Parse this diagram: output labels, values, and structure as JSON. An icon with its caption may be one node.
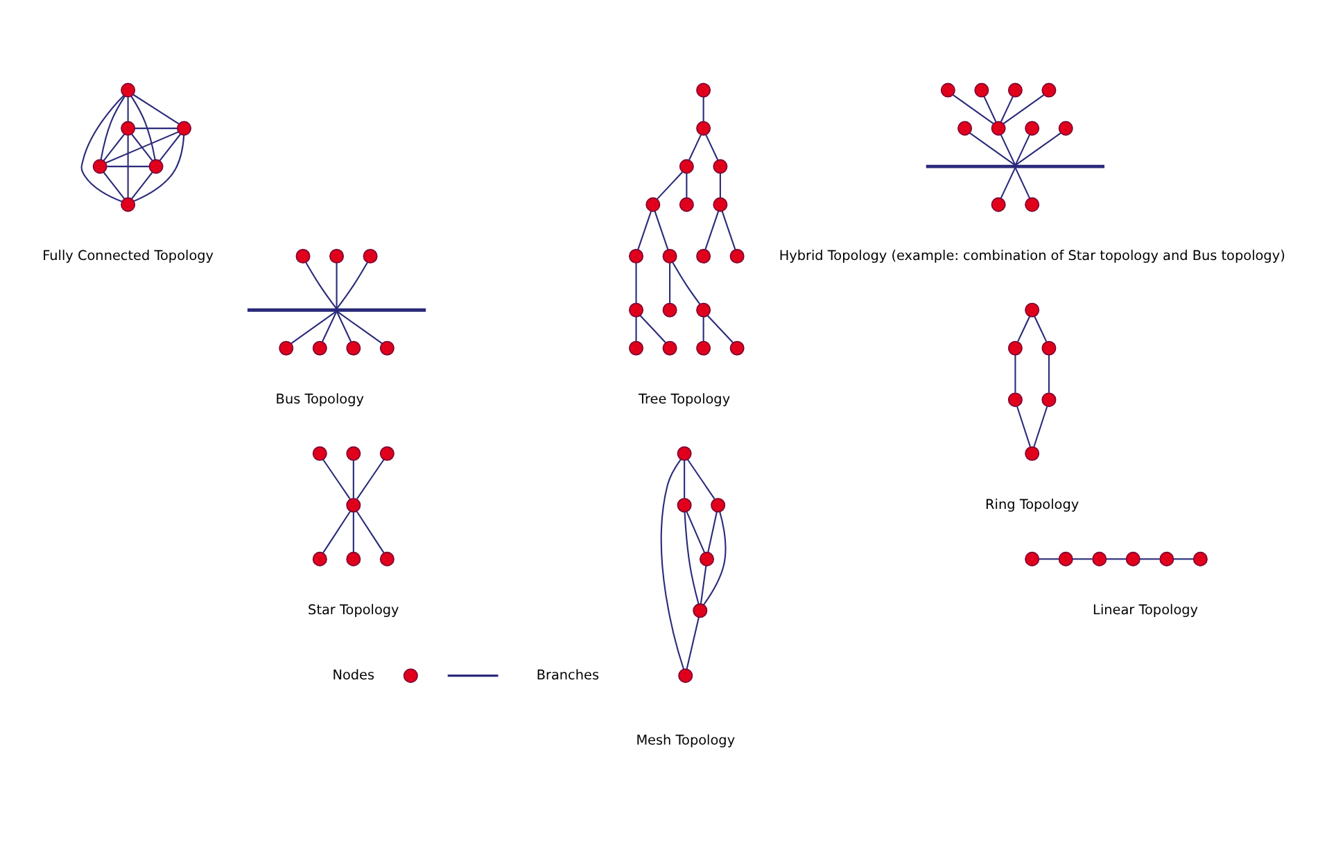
{
  "diagram": {
    "nodes": [
      {
        "text": [],
        "shape": "circle"
      },
      {
        "text": [],
        "shape": "circle"
      },
      {
        "text": [],
        "shape": "circle"
      },
      {
        "text": [],
        "shape": "circle"
      },
      {
        "text": [],
        "shape": "circle"
      },
      {
        "text": [],
        "shape": "circle"
      },
      {
        "text": [],
        "shape": "bar"
      },
      {
        "text": [],
        "shape": "circle"
      },
      {
        "text": [],
        "shape": "circle"
      },
      {
        "text": [],
        "shape": "circle"
      },
      {
        "text": [],
        "shape": "circle"
      },
      {
        "text": [],
        "shape": "circle"
      },
      {
        "text": [],
        "shape": "circle"
      },
      {
        "text": [],
        "shape": "circle"
      },
      {
        "text": [],
        "shape": "circle"
      },
      {
        "text": [],
        "shape": "circle"
      },
      {
        "text": [],
        "shape": "circle"
      },
      {
        "text": [],
        "shape": "circle"
      },
      {
        "text": [],
        "shape": "circle"
      },
      {
        "text": [],
        "shape": "circle"
      },
      {
        "text": [],
        "shape": "circle"
      },
      {
        "text": [],
        "shape": "circle"
      },
      {
        "text": [],
        "shape": "circle"
      },
      {
        "text": [],
        "shape": "circle"
      },
      {
        "text": [],
        "shape": "circle"
      },
      {
        "text": [],
        "shape": "circle"
      },
      {
        "text": [],
        "shape": "circle"
      },
      {
        "text": [],
        "shape": "circle"
      },
      {
        "text": [],
        "shape": "circle"
      },
      {
        "text": [],
        "shape": "circle"
      },
      {
        "text": [],
        "shape": "circle"
      },
      {
        "text": [],
        "shape": "circle"
      },
      {
        "text": [],
        "shape": "circle"
      },
      {
        "text": [],
        "shape": "circle"
      },
      {
        "text": [],
        "shape": "circle"
      },
      {
        "text": [],
        "shape": "circle"
      },
      {
        "text": [],
        "shape": "circle"
      },
      {
        "text": [],
        "shape": "circle"
      },
      {
        "text": [],
        "shape": "circle"
      },
      {
        "text": [],
        "shape": "circle"
      },
      {
        "text": [],
        "shape": "circle"
      },
      {
        "text": [],
        "shape": "circle"
      },
      {
        "text": [],
        "shape": "circle"
      },
      {
        "text": [],
        "shape": "circle"
      },
      {
        "text": [],
        "shape": "circle"
      },
      {
        "text": [],
        "shape": "circle"
      },
      {
        "text": [],
        "shape": "circle"
      },
      {
        "text": [],
        "shape": "circle"
      },
      {
        "text": [],
        "shape": "circle"
      },
      {
        "text": [],
        "shape": "circle"
      },
      {
        "text": [],
        "shape": "circle"
      },
      {
        "text": [],
        "shape": "circle"
      },
      {
        "text": [],
        "shape": "circle"
      },
      {
        "text": [],
        "shape": "bar"
      },
      {
        "text": [],
        "shape": "circle"
      },
      {
        "text": [],
        "shape": "circle"
      },
      {
        "text": [],
        "shape": "circle"
      },
      {
        "text": [],
        "shape": "circle"
      },
      {
        "text": [],
        "shape": "circle"
      },
      {
        "text": [],
        "shape": "circle"
      },
      {
        "text": [],
        "shape": "circle"
      },
      {
        "text": [],
        "shape": "circle"
      },
      {
        "text": [],
        "shape": "circle"
      },
      {
        "text": [],
        "shape": "circle"
      },
      {
        "text": [],
        "shape": "circle"
      },
      {
        "text": [],
        "shape": "circle"
      },
      {
        "text": [],
        "shape": "circle"
      },
      {
        "text": [],
        "shape": "circle"
      }
    ],
    "edges": [
      {
        "from": 0,
        "to": 1,
        "arrow": "none"
      },
      {
        "from": 0,
        "to": 2,
        "arrow": "none"
      },
      {
        "from": 0,
        "to": 3,
        "arrow": "none"
      },
      {
        "from": 0,
        "to": 4,
        "arrow": "none"
      },
      {
        "from": 0,
        "to": 5,
        "arrow": "none"
      },
      {
        "from": 1,
        "to": 2,
        "arrow": "none"
      },
      {
        "from": 1,
        "to": 3,
        "arrow": "none"
      },
      {
        "from": 1,
        "to": 4,
        "arrow": "none"
      },
      {
        "from": 1,
        "to": 5,
        "arrow": "none"
      },
      {
        "from": 2,
        "to": 3,
        "arrow": "none"
      },
      {
        "from": 2,
        "to": 4,
        "arrow": "none"
      },
      {
        "from": 2,
        "to": 5,
        "arrow": "none"
      },
      {
        "from": 3,
        "to": 4,
        "arrow": "none"
      },
      {
        "from": 3,
        "to": 5,
        "arrow": "none"
      },
      {
        "from": 4,
        "to": 5,
        "arrow": "none"
      },
      {
        "from": 7,
        "to": 6,
        "arrow": "none"
      },
      {
        "from": 8,
        "to": 6,
        "arrow": "none"
      },
      {
        "from": 9,
        "to": 6,
        "arrow": "none"
      },
      {
        "from": 6,
        "to": 10,
        "arrow": "none"
      },
      {
        "from": 6,
        "to": 11,
        "arrow": "none"
      },
      {
        "from": 6,
        "to": 12,
        "arrow": "none"
      },
      {
        "from": 6,
        "to": 13,
        "arrow": "none"
      },
      {
        "from": 14,
        "to": 17,
        "arrow": "none"
      },
      {
        "from": 15,
        "to": 17,
        "arrow": "none"
      },
      {
        "from": 16,
        "to": 17,
        "arrow": "none"
      },
      {
        "from": 17,
        "to": 18,
        "arrow": "none"
      },
      {
        "from": 17,
        "to": 19,
        "arrow": "none"
      },
      {
        "from": 17,
        "to": 20,
        "arrow": "none"
      },
      {
        "from": 21,
        "to": 22,
        "arrow": "none"
      },
      {
        "from": 22,
        "to": 23,
        "arrow": "none"
      },
      {
        "from": 22,
        "to": 24,
        "arrow": "none"
      },
      {
        "from": 23,
        "to": 25,
        "arrow": "none"
      },
      {
        "from": 23,
        "to": 26,
        "arrow": "none"
      },
      {
        "from": 24,
        "to": 27,
        "arrow": "none"
      },
      {
        "from": 25,
        "to": 28,
        "arrow": "none"
      },
      {
        "from": 25,
        "to": 29,
        "arrow": "none"
      },
      {
        "from": 27,
        "to": 30,
        "arrow": "none"
      },
      {
        "from": 27,
        "to": 31,
        "arrow": "none"
      },
      {
        "from": 28,
        "to": 32,
        "arrow": "none"
      },
      {
        "from": 28,
        "to": 33,
        "arrow": "none"
      },
      {
        "from": 29,
        "to": 34,
        "arrow": "none"
      },
      {
        "from": 32,
        "to": 35,
        "arrow": "none"
      },
      {
        "from": 32,
        "to": 36,
        "arrow": "none"
      },
      {
        "from": 34,
        "to": 37,
        "arrow": "none"
      },
      {
        "from": 34,
        "to": 38,
        "arrow": "none"
      },
      {
        "from": 39,
        "to": 40,
        "arrow": "none"
      },
      {
        "from": 39,
        "to": 41,
        "arrow": "none"
      },
      {
        "from": 39,
        "to": 44,
        "arrow": "none"
      },
      {
        "from": 41,
        "to": 42,
        "arrow": "none"
      },
      {
        "from": 41,
        "to": 43,
        "arrow": "none"
      },
      {
        "from": 40,
        "to": 42,
        "arrow": "none"
      },
      {
        "from": 42,
        "to": 43,
        "arrow": "none"
      },
      {
        "from": 40,
        "to": 43,
        "arrow": "none"
      },
      {
        "from": 43,
        "to": 44,
        "arrow": "none"
      },
      {
        "from": 45,
        "to": 51,
        "arrow": "none"
      },
      {
        "from": 46,
        "to": 51,
        "arrow": "none"
      },
      {
        "from": 47,
        "to": 51,
        "arrow": "none"
      },
      {
        "from": 48,
        "to": 51,
        "arrow": "none"
      },
      {
        "from": 49,
        "to": 53,
        "arrow": "none"
      },
      {
        "from": 50,
        "to": 53,
        "arrow": "none"
      },
      {
        "from": 51,
        "to": 53,
        "arrow": "none"
      },
      {
        "from": 52,
        "to": 53,
        "arrow": "none"
      },
      {
        "from": 53,
        "to": 54,
        "arrow": "none"
      },
      {
        "from": 53,
        "to": 55,
        "arrow": "none"
      },
      {
        "from": 56,
        "to": 57,
        "arrow": "none"
      },
      {
        "from": 56,
        "to": 58,
        "arrow": "none"
      },
      {
        "from": 57,
        "to": 59,
        "arrow": "none"
      },
      {
        "from": 58,
        "to": 60,
        "arrow": "none"
      },
      {
        "from": 59,
        "to": 61,
        "arrow": "none"
      },
      {
        "from": 60,
        "to": 61,
        "arrow": "none"
      },
      {
        "from": 62,
        "to": 63,
        "arrow": "none"
      },
      {
        "from": 63,
        "to": 64,
        "arrow": "none"
      },
      {
        "from": 64,
        "to": 65,
        "arrow": "none"
      },
      {
        "from": 65,
        "to": 66,
        "arrow": "none"
      },
      {
        "from": 66,
        "to": 67,
        "arrow": "none"
      }
    ],
    "labels": [
      "Fully Connected Topology",
      "Bus Topology",
      "Star Topology",
      "Tree Topology",
      "Mesh Topology",
      "Hybrid Topology (example: combination of Star topology and Bus topology)",
      "Ring Topology",
      "Linear Topology"
    ],
    "legend": [
      {
        "text": "Nodes"
      },
      {
        "text": "Branches"
      }
    ]
  }
}
